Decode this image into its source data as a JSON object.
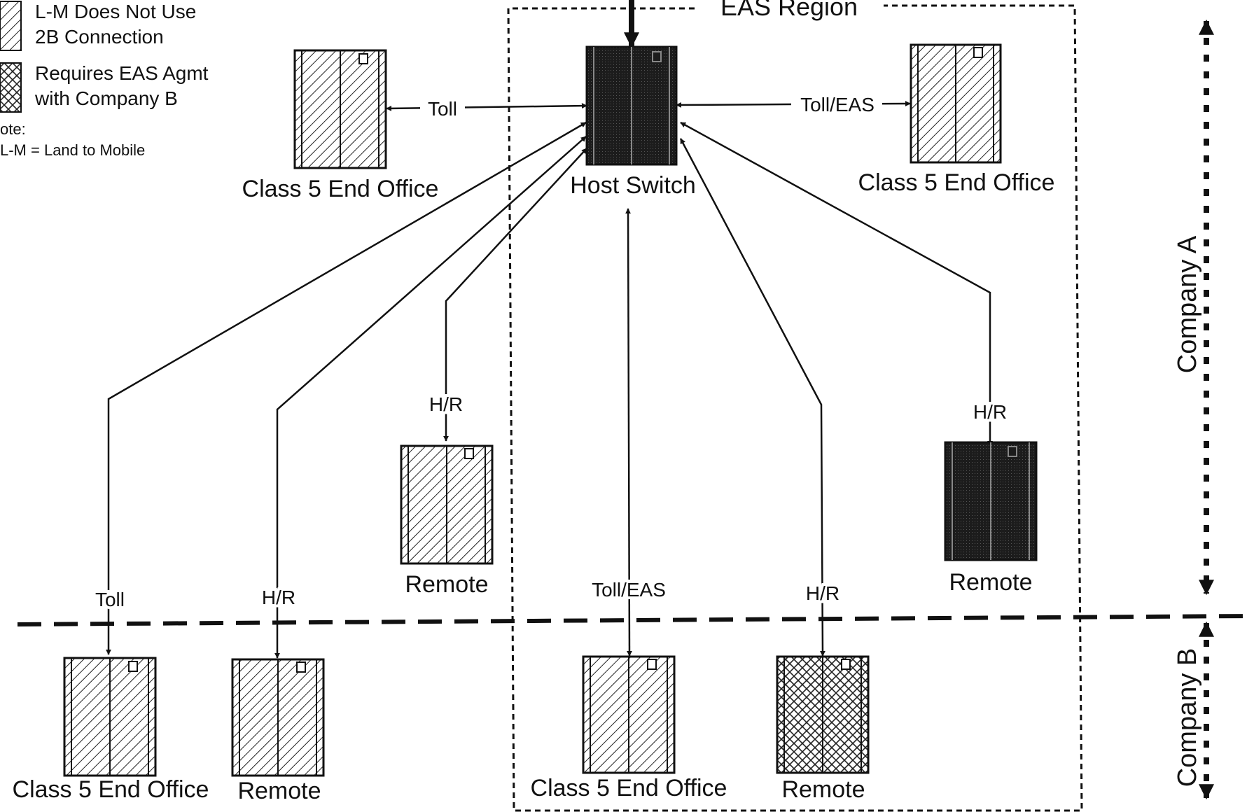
{
  "legend": {
    "item1_line1": "L-M Does Not Use",
    "item1_line2": "2B Connection",
    "item2_line1": "Requires EAS Agmt",
    "item2_line2": "with Company B",
    "note_title": "ote:",
    "note_text": "L-M = Land to Mobile"
  },
  "region": {
    "title": "EAS Region"
  },
  "companies": {
    "a": "Company A",
    "b": "Company B"
  },
  "nodes": {
    "host_switch": "Host Switch",
    "c5_top_left": "Class 5 End Office",
    "c5_top_right": "Class 5 End Office",
    "remote_mid_left": "Remote",
    "remote_mid_right": "Remote",
    "c5_bottom_1": "Class 5 End Office",
    "remote_bottom_2": "Remote",
    "c5_bottom_3": "Class 5 End Office",
    "remote_bottom_4": "Remote"
  },
  "links": {
    "toll_top_left": "Toll",
    "tolleas_top_right": "Toll/EAS",
    "hr_mid_left": "H/R",
    "hr_mid_right": "H/R",
    "toll_bottom_1": "Toll",
    "hr_bottom_2": "H/R",
    "tolleas_bottom_3": "Toll/EAS",
    "hr_bottom_4": "H/R"
  }
}
